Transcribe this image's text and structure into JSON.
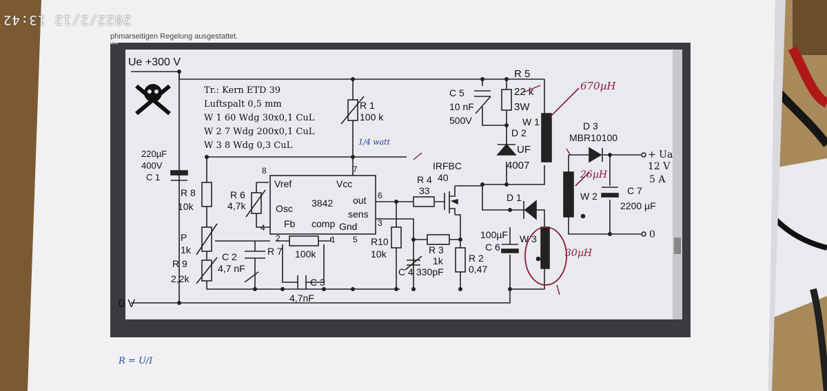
{
  "photo": {
    "timestamp": "2022/2/12 13:42",
    "header_fragment": "phmarseitigen Regelung ausgestattet.",
    "lang_tag": "EN"
  },
  "schematic": {
    "supply_in": "Ue +300 V",
    "ground": "0 V",
    "transformer_notes": [
      "Tr.: Kern ETD 39",
      "Luftspalt 0,5 mm",
      "W 1  60 Wdg 30x0,1 CuL",
      "W 2  7 Wdg  200x0,1 CuL",
      "W 3  8 Wdg  0,3 CuL"
    ],
    "ic": {
      "name": "3842",
      "vref": "Vref",
      "vcc": "Vcc",
      "osc": "Osc",
      "out": "out",
      "sens": "sens",
      "fb": "Fb",
      "comp": "comp",
      "gnd": "Gnd"
    },
    "pins": [
      "8",
      "7",
      "6",
      "4",
      "2",
      "1",
      "5",
      "3"
    ],
    "components": {
      "c1": [
        "220µF",
        "400V",
        "C 1"
      ],
      "r1": [
        "R 1",
        "100 k"
      ],
      "r8": [
        "R 8",
        "10k"
      ],
      "r6": [
        "R 6",
        "4,7k"
      ],
      "p": [
        "P",
        "1k"
      ],
      "r9": [
        "R 9",
        "2,2k"
      ],
      "c2": [
        "C 2",
        "4,7 nF"
      ],
      "r7": [
        "R 7",
        "100k"
      ],
      "c3": [
        "C 3",
        "4,7nF"
      ],
      "r4": [
        "R 4",
        "33"
      ],
      "q1": [
        "IRFBC",
        "40"
      ],
      "r10": [
        "R10",
        "10k"
      ],
      "r3": [
        "R 3",
        "1k"
      ],
      "c4": [
        "C 4",
        "330pF"
      ],
      "r2": [
        "R 2",
        "0,47"
      ],
      "c5": [
        "C 5",
        "10 nF",
        "500V"
      ],
      "r5": [
        "R 5",
        "22 k",
        "3W"
      ],
      "d2": [
        "D 2",
        "UF",
        "4007"
      ],
      "w1": "W 1",
      "d1": "D 1",
      "c6": [
        "100µF",
        "C 6"
      ],
      "w3": "W 3",
      "d3": [
        "D 3",
        "MBR10100"
      ],
      "w2": "W 2",
      "c7": [
        "C 7",
        "2200 µF"
      ],
      "out_plus": "+ Ua",
      "out_v": [
        "12 V",
        "5 A"
      ],
      "out_zero": "0"
    }
  },
  "handwriting": {
    "l1": "670µH",
    "l2": "26µH",
    "l3": "30µH",
    "r1_note": "1/4 watt",
    "formula": "R = U/I"
  }
}
